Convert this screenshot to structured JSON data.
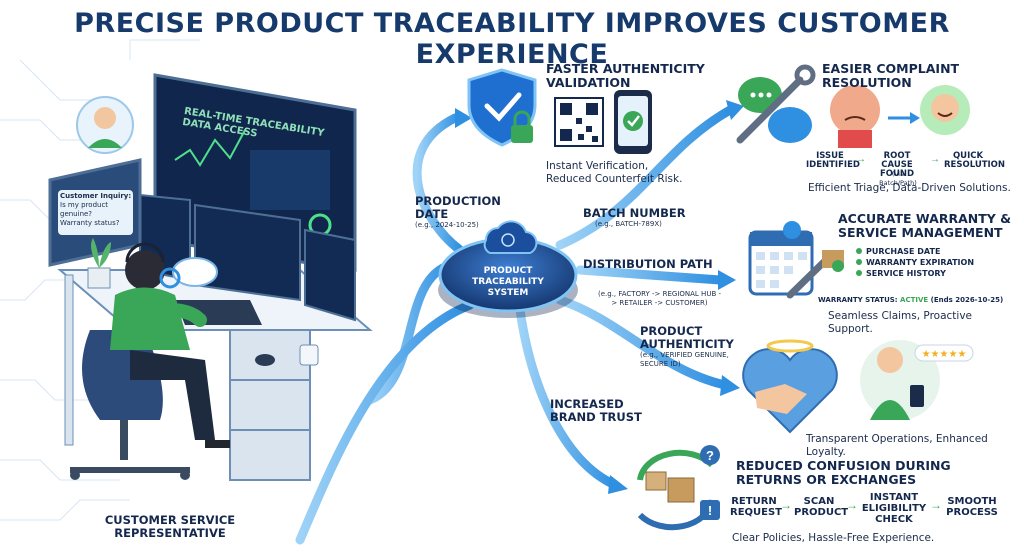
{
  "title": "PRECISE PRODUCT TRACEABILITY IMPROVES CUSTOMER EXPERIENCE",
  "hub": {
    "label": "PRODUCT TRACEABILITY SYSTEM"
  },
  "workstation": {
    "screen_title": "REAL-TIME TRACEABILITY DATA ACCESS",
    "chat_lines": [
      "Customer Inquiry:",
      "Is my product genuine?",
      "Warranty status?"
    ],
    "caption": "CUSTOMER SERVICE REPRESENTATIVE"
  },
  "data_labels": {
    "production_date": {
      "title": "PRODUCTION DATE",
      "example": "(e.g., 2024-10-25)"
    },
    "batch_number": {
      "title": "BATCH NUMBER",
      "example": "(e.g., BATCH-789X)"
    },
    "distribution_path": {
      "title": "DISTRIBUTION PATH",
      "example": "(e.g., FACTORY -> REGIONAL HUB -> RETAILER -> CUSTOMER)"
    },
    "product_authenticity": {
      "title": "PRODUCT AUTHENTICITY",
      "example": "(e.g., VERIFIED GENUINE, SECURE ID)"
    },
    "brand_trust": {
      "title": "INCREASED BRAND TRUST"
    }
  },
  "benefits": {
    "authenticity": {
      "title": "FASTER AUTHENTICITY VALIDATION",
      "desc": "Instant Verification, Reduced Counterfeit Risk."
    },
    "complaint": {
      "title": "EASIER COMPLAINT RESOLUTION",
      "steps": [
        "ISSUE IDENTIFIED",
        "ROOT CAUSE FOUND",
        "QUICK RESOLUTION"
      ],
      "step_note": "(via Batch/Path)",
      "desc": "Efficient Triage, Data-Driven Solutions."
    },
    "warranty": {
      "title": "ACCURATE WARRANTY & SERVICE MANAGEMENT",
      "items": [
        "PURCHASE DATE",
        "WARRANTY EXPIRATION",
        "SERVICE HISTORY"
      ],
      "status_prefix": "WARRANTY STATUS: ",
      "status_value": "ACTIVE",
      "status_suffix": " (Ends 2026-10-25)",
      "desc": "Seamless Claims, Proactive Support."
    },
    "trust": {
      "desc": "Transparent Operations, Enhanced Loyalty."
    },
    "returns": {
      "title": "REDUCED CONFUSION DURING RETURNS OR EXCHANGES",
      "steps": [
        "RETURN REQUEST",
        "SCAN PRODUCT",
        "INSTANT ELIGIBILITY CHECK",
        "SMOOTH PROCESS"
      ],
      "desc": "Clear Policies, Hassle-Free Experience."
    }
  },
  "colors": {
    "accent": "#2f8fe0",
    "navy": "#163a6b",
    "green": "#3aa657",
    "flow": "#4aa9ec"
  }
}
